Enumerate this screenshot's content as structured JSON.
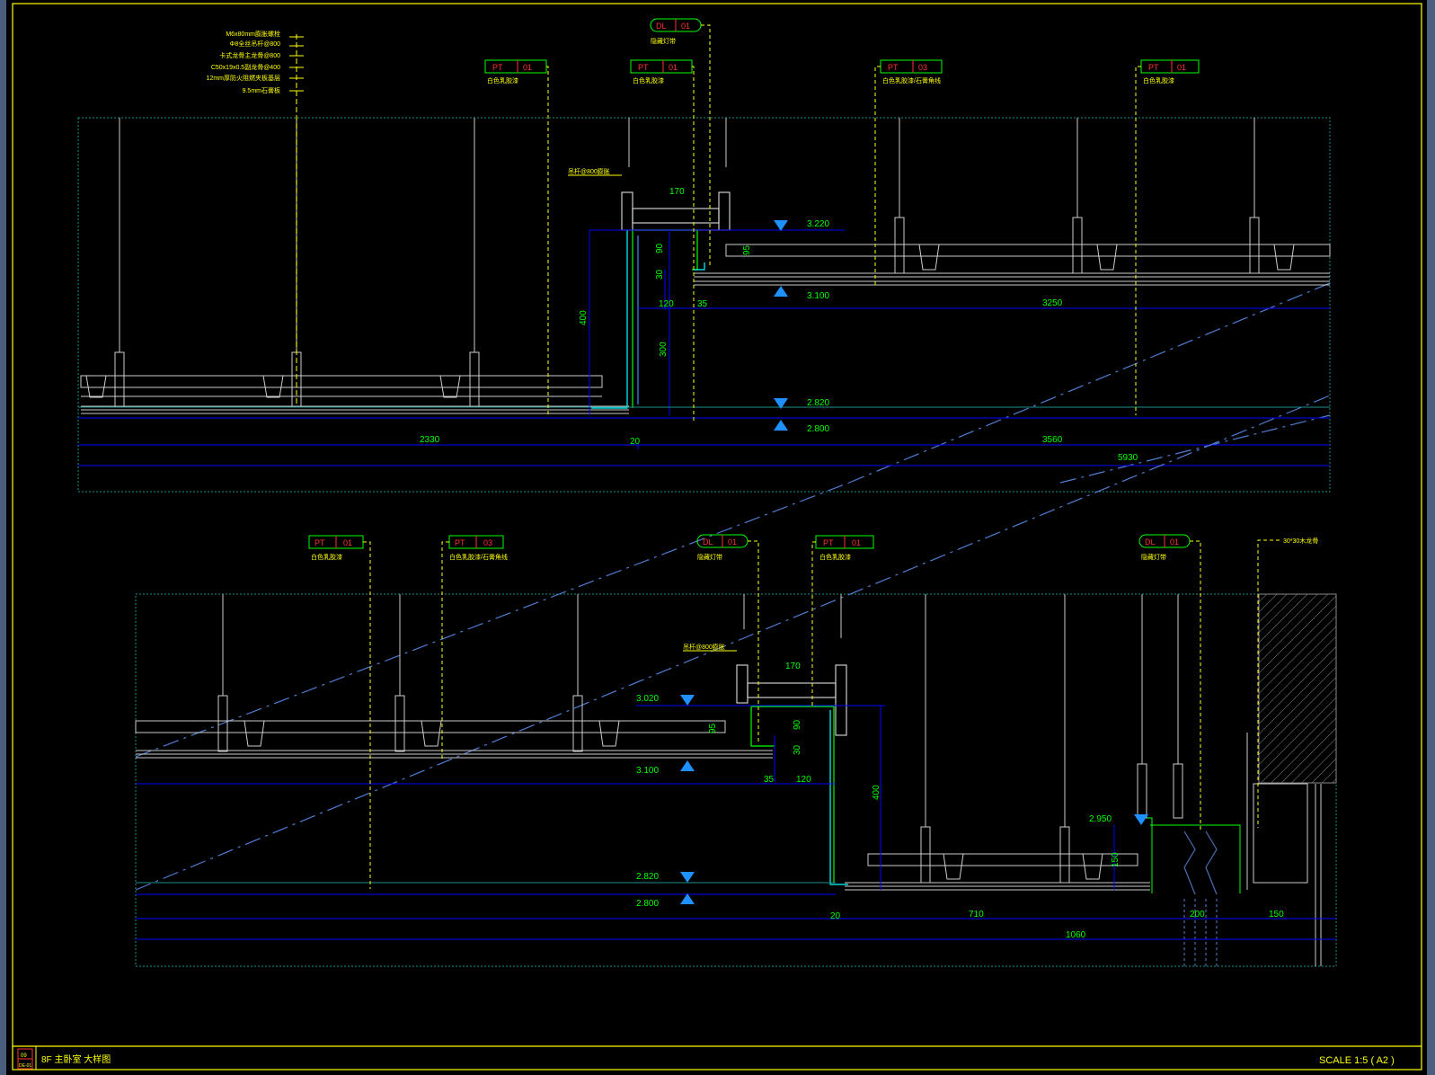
{
  "title_block": {
    "sheet_no": "09",
    "sheet_sub": "DE-01",
    "drawing_title": "8F 主卧室 大样图",
    "scale": "SCALE  1:5 ( A2 )"
  },
  "colors": {
    "background": "#000000",
    "frame": "#ffff00",
    "border_cyan": "#1e8c8c",
    "dimension": "#00ff00",
    "dim_line": "#0000ff",
    "leader": "#ffff00",
    "elevation_marker": "#1e90ff",
    "hatch": "#8a8a8a",
    "structure": "#cccccc"
  },
  "top_section": {
    "left_notes": [
      "M6x80mm膨胀螺栓",
      "Φ8全丝吊杆@800",
      "卡式龙骨主龙骨@800",
      "C50x19x0.5副龙骨@400",
      "12mm厚防火阻燃夹板基层",
      "9.5mm石膏板"
    ],
    "tags": [
      {
        "code": "PT",
        "num": "01",
        "desc": "白色乳胶漆"
      },
      {
        "code": "DL",
        "num": "01",
        "desc": "隐藏灯带"
      },
      {
        "code": "PT",
        "num": "01",
        "desc": "白色乳胶漆"
      },
      {
        "code": "PT",
        "num": "03",
        "desc": "白色乳胶漆/石膏角线"
      },
      {
        "code": "PT",
        "num": "01",
        "desc": "白色乳胶漆"
      }
    ],
    "callout": "吊杆@800膨胀",
    "elevations": [
      "3.220",
      "3.100",
      "2.820",
      "2.800"
    ],
    "dims": [
      "170",
      "90",
      "30",
      "95",
      "120",
      "35",
      "400",
      "300",
      "3250",
      "2330",
      "20",
      "3560",
      "5930"
    ]
  },
  "bottom_section": {
    "tags": [
      {
        "code": "PT",
        "num": "01",
        "desc": "白色乳胶漆"
      },
      {
        "code": "PT",
        "num": "03",
        "desc": "白色乳胶漆/石膏角线"
      },
      {
        "code": "DL",
        "num": "01",
        "desc": "隐藏灯带"
      },
      {
        "code": "PT",
        "num": "01",
        "desc": "白色乳胶漆"
      },
      {
        "code": "DL",
        "num": "01",
        "desc": "隐藏灯带"
      }
    ],
    "callout": "吊杆@800膨胀",
    "right_note": "30*30木龙骨",
    "elevations": [
      "3.020",
      "3.100",
      "2.820",
      "2.800",
      "2.950"
    ],
    "dims": [
      "170",
      "95",
      "90",
      "30",
      "35",
      "120",
      "400",
      "150",
      "20",
      "710",
      "200",
      "150",
      "1060"
    ]
  }
}
